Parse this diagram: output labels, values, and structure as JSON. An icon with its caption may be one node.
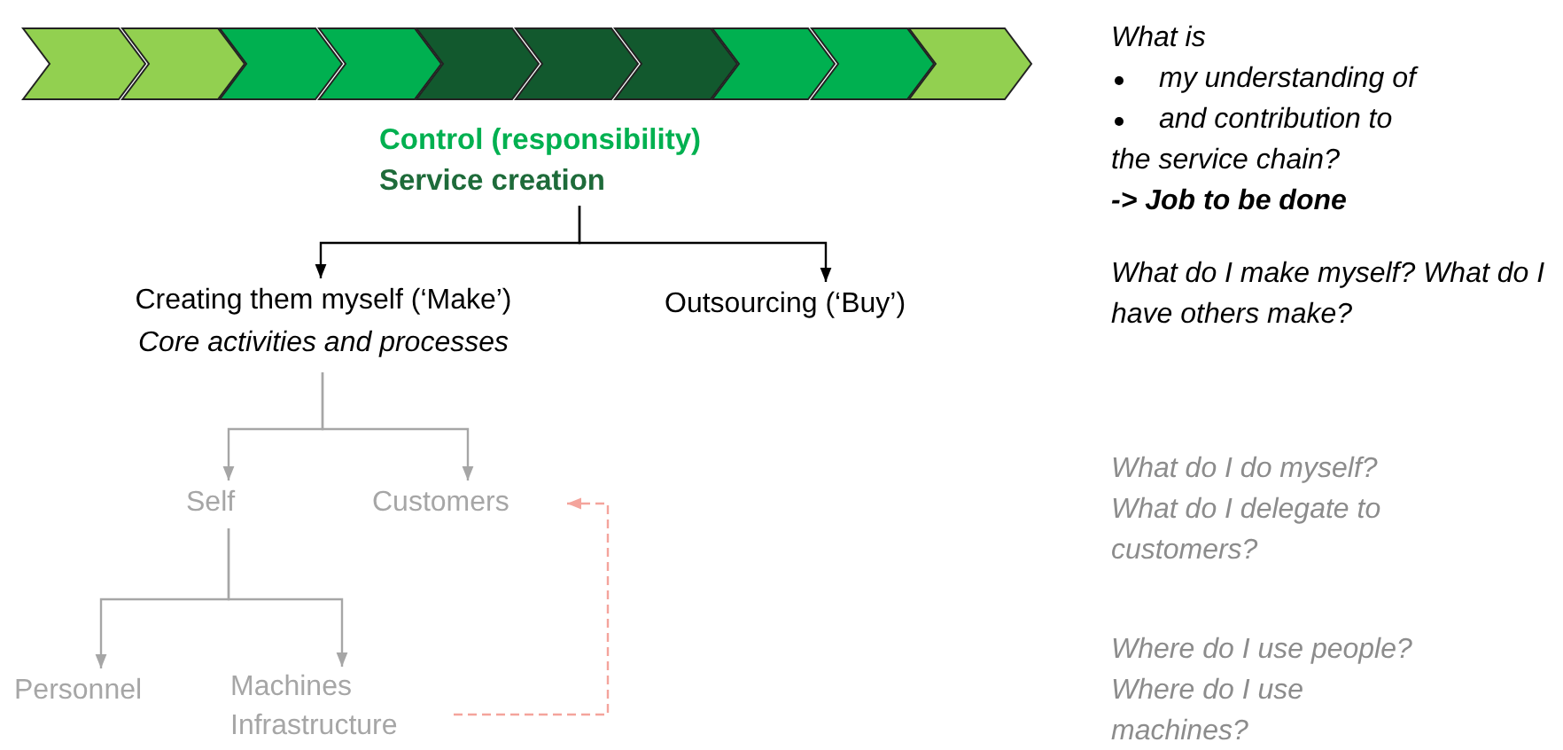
{
  "diagram": {
    "nodes": [
      {
        "text": [],
        "shape": "chevron"
      },
      {
        "text": [],
        "shape": "chevron"
      },
      {
        "text": [],
        "shape": "chevron"
      },
      {
        "text": [],
        "shape": "chevron"
      },
      {
        "text": [],
        "shape": "chevron"
      },
      {
        "text": [],
        "shape": "chevron"
      },
      {
        "text": [],
        "shape": "chevron"
      },
      {
        "text": [],
        "shape": "chevron"
      },
      {
        "text": [],
        "shape": "chevron"
      },
      {
        "text": [],
        "shape": "chevron"
      },
      {
        "text": [
          "Control (responsibility)",
          "Service creation"
        ]
      },
      {
        "text": [
          "Creating them myself (‘Make’)",
          "Core activities and processes"
        ]
      },
      {
        "text": [
          "Outsourcing (‘Buy’)"
        ]
      },
      {
        "text": [
          "Self"
        ]
      },
      {
        "text": [
          "Customers"
        ]
      },
      {
        "text": [
          "Personnel"
        ]
      },
      {
        "text": [
          "Machines Infrastructure"
        ]
      }
    ],
    "edges": [
      {
        "from": 10,
        "to": 11,
        "arrow": "to",
        "color": "#000000"
      },
      {
        "from": 10,
        "to": 12,
        "arrow": "to",
        "color": "#000000"
      },
      {
        "from": 11,
        "to": 13,
        "arrow": "to"
      },
      {
        "from": 11,
        "to": 14,
        "arrow": "to"
      },
      {
        "from": 13,
        "to": 15,
        "arrow": "to"
      },
      {
        "from": 13,
        "to": 16,
        "arrow": "to"
      },
      {
        "from": 16,
        "to": 14,
        "arrow": "to",
        "style": "dashed",
        "color": "#f4a49c"
      }
    ],
    "labels": [
      "What is",
      "my understanding of",
      "and contribution to",
      "the service chain?",
      "-> Job to be done",
      "What do I make myself? What do I have others make?",
      "What do I do myself? What do I delegate to customers?",
      "Where do I use people? Where do I use machines?"
    ]
  }
}
